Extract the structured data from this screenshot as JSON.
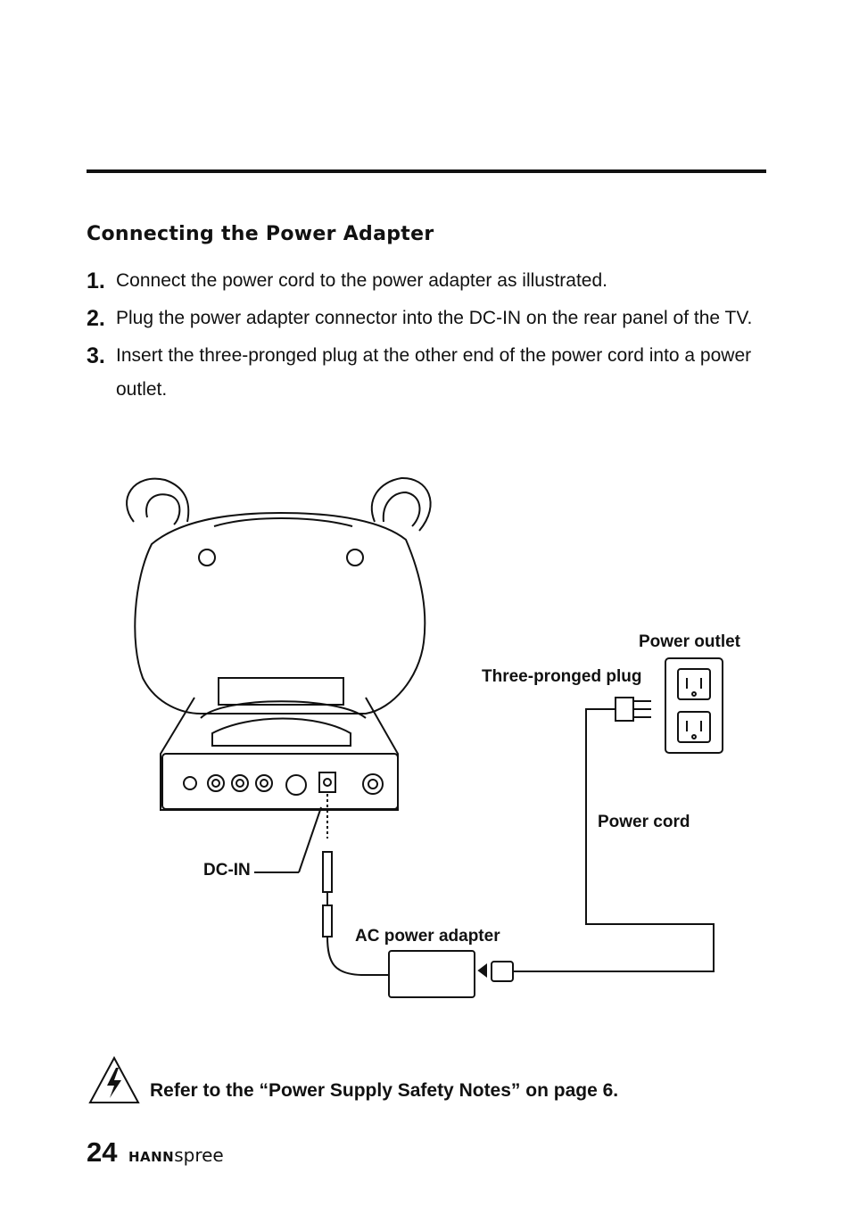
{
  "section_title": "Connecting the Power Adapter",
  "steps": [
    {
      "number": "1.",
      "text": "Connect the power cord to the power adapter as illustrated."
    },
    {
      "number": "2.",
      "text": "Plug the power adapter connector into the DC-IN on the rear panel of the TV."
    },
    {
      "number": "3.",
      "text": "Insert the three-pronged plug at the other end of the power cord into a power outlet."
    }
  ],
  "diagram_labels": {
    "power_outlet": "Power outlet",
    "three_pronged_plug": "Three-pronged plug",
    "power_cord": "Power cord",
    "dc_in": "DC-IN",
    "ac_power_adapter": "AC power adapter"
  },
  "note": {
    "icon": "high-voltage-warning-icon",
    "text": "Refer to the “Power Supply Safety Notes” on page 6."
  },
  "footer": {
    "page_number": "24",
    "brand_bold": "HANN",
    "brand_light": "spree"
  }
}
